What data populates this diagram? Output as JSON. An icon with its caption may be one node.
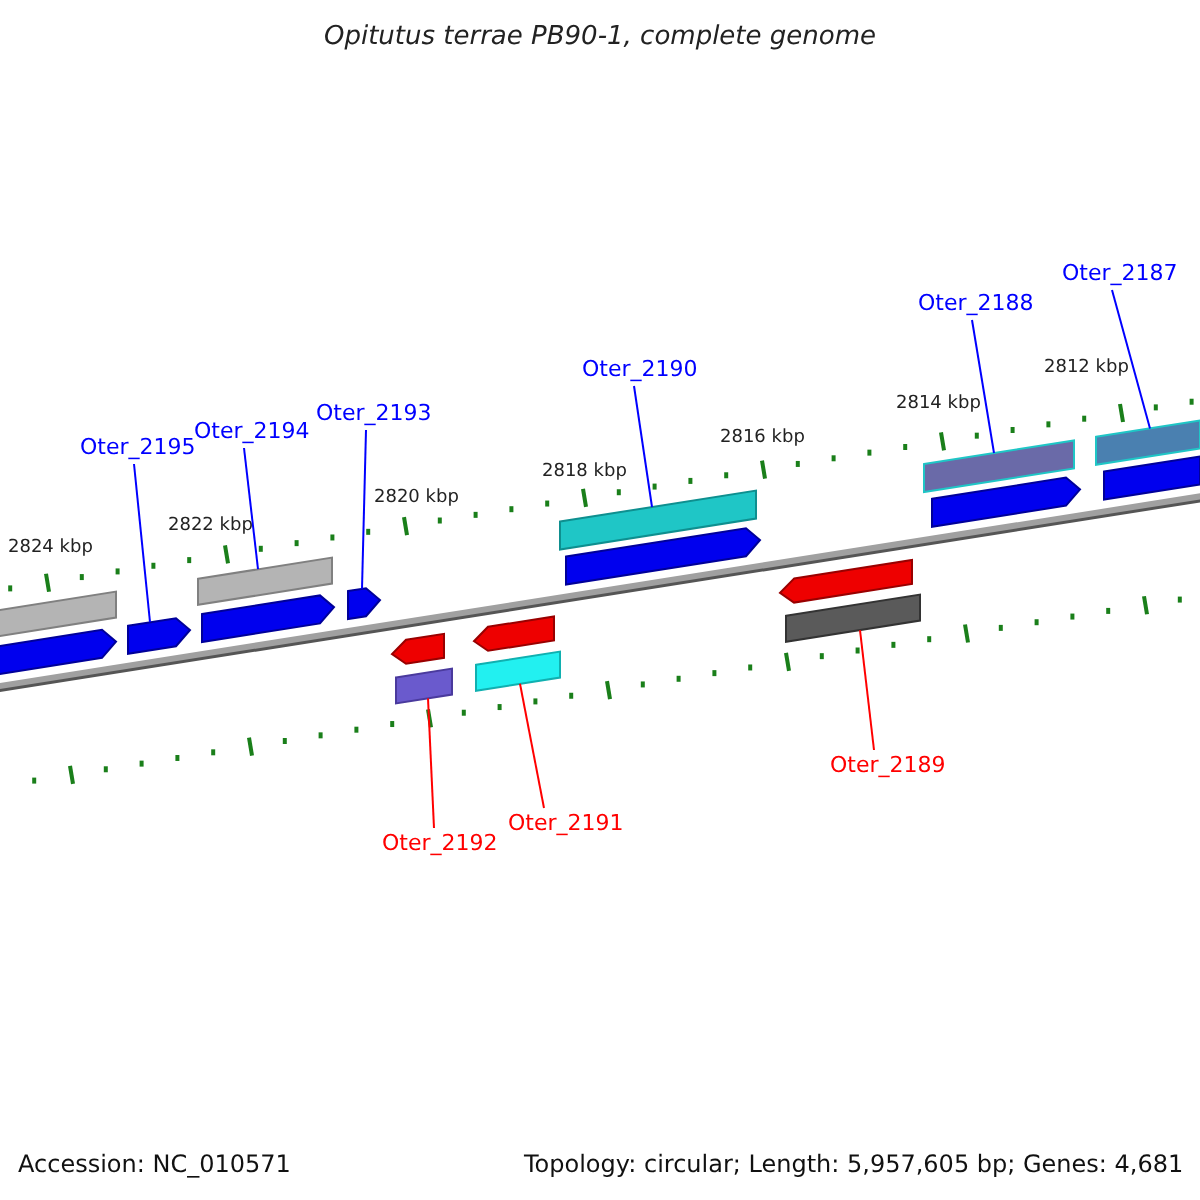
{
  "diagram": {
    "title": "Opitutus terrae PB90-1, complete genome",
    "nodes": [
      {
        "text": [
          "Oter_2195"
        ]
      },
      {
        "text": [
          "Oter_2194"
        ]
      },
      {
        "text": [
          "Oter_2193"
        ]
      },
      {
        "text": [
          "Oter_2190"
        ]
      },
      {
        "text": [
          "Oter_2188"
        ]
      },
      {
        "text": [
          "Oter_2187"
        ]
      },
      {
        "text": [
          "Oter_2192"
        ]
      },
      {
        "text": [
          "Oter_2191"
        ]
      },
      {
        "text": [
          "Oter_2189"
        ]
      },
      {
        "text": [],
        "shape": "bar"
      },
      {
        "text": [],
        "shape": "arrow"
      },
      {
        "text": [],
        "shape": "arrow"
      },
      {
        "text": [],
        "shape": "bar"
      },
      {
        "text": [],
        "shape": "arrow"
      },
      {
        "text": [],
        "shape": "arrow"
      },
      {
        "text": [],
        "shape": "arrow"
      },
      {
        "text": [],
        "shape": "bar"
      },
      {
        "text": [],
        "shape": "arrow"
      },
      {
        "text": [],
        "shape": "bar"
      },
      {
        "text": [],
        "shape": "bar"
      },
      {
        "text": [],
        "shape": "arrow"
      },
      {
        "text": [],
        "shape": "arrow"
      },
      {
        "text": [],
        "shape": "bar"
      },
      {
        "text": [],
        "shape": "bar"
      },
      {
        "text": [],
        "shape": "arrow"
      },
      {
        "text": [],
        "shape": "bar"
      },
      {
        "text": [],
        "shape": "bar"
      }
    ],
    "edges": [
      {
        "from": 0,
        "to": 11,
        "arrow": "none"
      },
      {
        "from": 1,
        "to": 12,
        "arrow": "none"
      },
      {
        "from": 2,
        "to": 14,
        "arrow": "none"
      },
      {
        "from": 3,
        "to": 19,
        "arrow": "none"
      },
      {
        "from": 4,
        "to": 23,
        "arrow": "none"
      },
      {
        "from": 5,
        "to": 25,
        "arrow": "none"
      },
      {
        "from": 6,
        "to": 16,
        "arrow": "none",
        "color": "#ff0000"
      },
      {
        "from": 7,
        "to": 18,
        "arrow": "none",
        "color": "#ff0000"
      },
      {
        "from": 8,
        "to": 22,
        "arrow": "none",
        "color": "#ff0000"
      }
    ],
    "labels": [
      "2824 kbp",
      "2822 kbp",
      "2820 kbp",
      "2818 kbp",
      "2816 kbp",
      "2814 kbp",
      "2812 kbp",
      "Accession: NC_010571",
      "Topology: circular; Length: 5,957,605 bp; Genes: 4,681"
    ]
  }
}
